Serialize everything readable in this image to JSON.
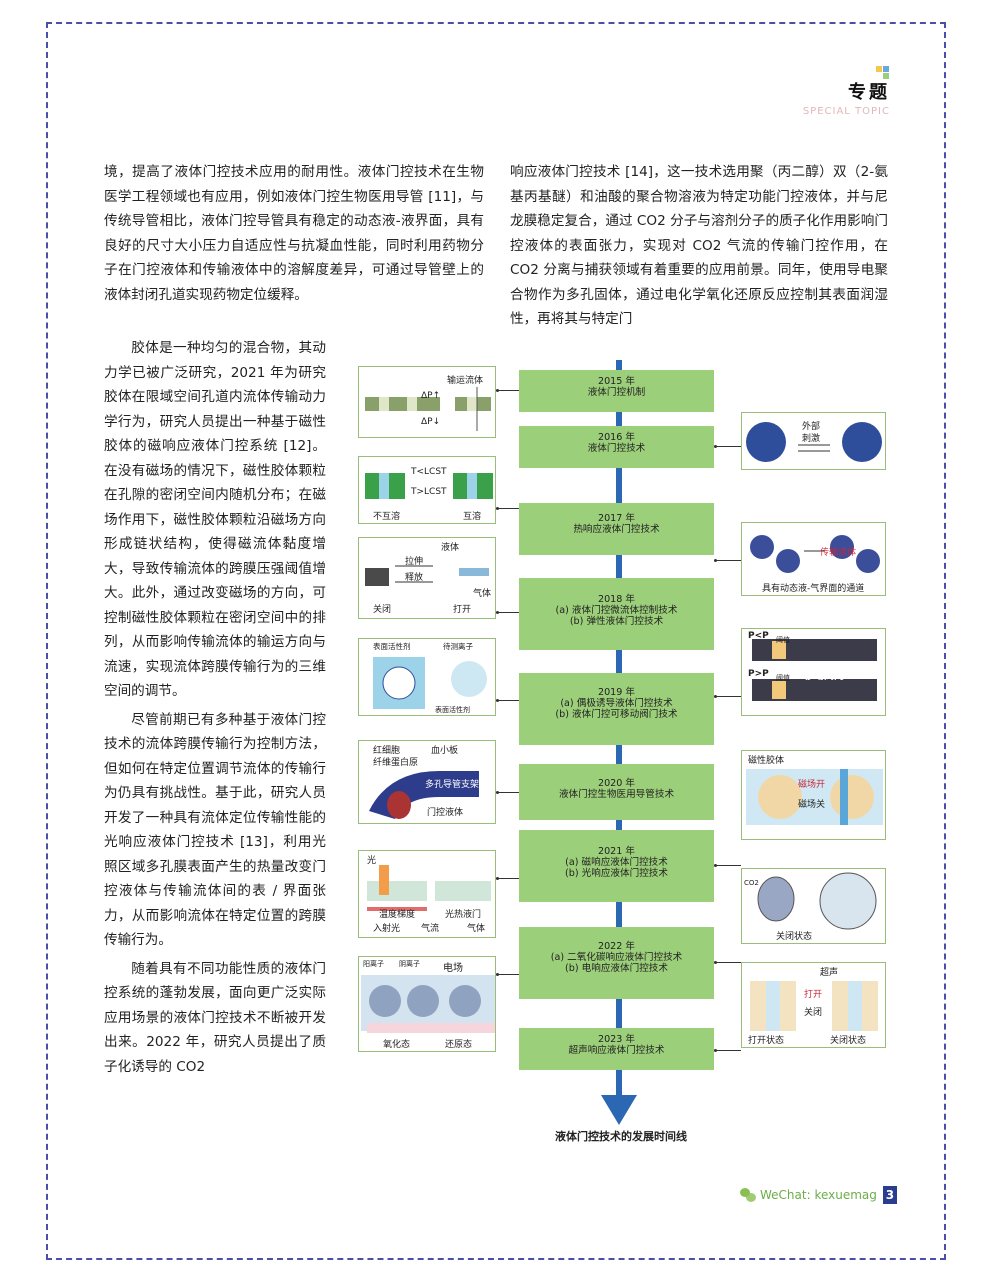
{
  "header": {
    "title": "专题",
    "subtitle": "SPECIAL TOPIC"
  },
  "left_top_para": "境，提高了液体门控技术应用的耐用性。液体门控技术在生物医学工程领域也有应用，例如液体门控生物医用导管 [11]，与传统导管相比，液体门控导管具有稳定的动态液-液界面，具有良好的尺寸大小压力自适应性与抗凝血性能，同时利用药物分子在门控液体和传输液体中的溶解度差异，可通过导管壁上的液体封闭孔道实现药物定位缓释。",
  "right_top_para": "响应液体门控技术 [14]，这一技术选用聚（丙二醇）双（2-氨基丙基醚）和油酸的聚合物溶液为特定功能门控液体，并与尼龙膜稳定复合，通过 CO2 分子与溶剂分子的质子化作用影响门控液体的表面张力，实现对 CO2 气流的传输门控作用，在 CO2 分离与捕获领域有着重要的应用前景。同年，使用导电聚合物作为多孔固体，通过电化学氧化还原反应控制其表面润湿性，再将其与特定门",
  "left_paras": [
    "胶体是一种均匀的混合物，其动力学已被广泛研究，2021 年为研究胶体在限域空间孔道内流体传输动力学行为，研究人员提出一种基于磁性胶体的磁响应液体门控系统 [12]。在没有磁场的情况下，磁性胶体颗粒在孔隙的密闭空间内随机分布；在磁场作用下，磁性胶体颗粒沿磁场方向形成链状结构，使得磁流体黏度增大，导致传输流体的跨膜压强阈值增大。此外，通过改变磁场的方向，可控制磁性胶体颗粒在密闭空间中的排列，从而影响传输流体的输运方向与流速，实现流体跨膜传输行为的三维空间的调节。",
    "尽管前期已有多种基于液体门控技术的流体跨膜传输行为控制方法，但如何在特定位置调节流体的传输行为仍具有挑战性。基于此，研究人员开发了一种具有流体定位传输性能的光响应液体门控技术 [13]，利用光照区域多孔膜表面产生的热量改变门控液体与传输流体间的表 / 界面张力，从而影响流体在特定位置的跨膜传输行为。",
    "随着具有不同功能性质的液体门控系统的蓬勃发展，面向更广泛实际应用场景的液体门控技术不断被开发出来。2022 年，研究人员提出了质子化诱导的 CO2"
  ],
  "timeline": [
    {
      "year": "2015 年",
      "lines": [
        "液体门控机制"
      ]
    },
    {
      "year": "2016 年",
      "lines": [
        "液体门控技术"
      ]
    },
    {
      "year": "2017 年",
      "lines": [
        "热响应液体门控技术"
      ]
    },
    {
      "year": "2018 年",
      "lines": [
        "(a) 液体门控微流体控制技术",
        "(b) 弹性液体门控技术"
      ]
    },
    {
      "year": "2019 年",
      "lines": [
        "(a) 偶极诱导液体门控技术",
        "(b) 液体门控可移动阀门技术"
      ]
    },
    {
      "year": "2020 年",
      "lines": [
        "液体门控生物医用导管技术"
      ]
    },
    {
      "year": "2021 年",
      "lines": [
        "(a) 磁响应液体门控技术",
        "(b) 光响应液体门控技术"
      ]
    },
    {
      "year": "2022 年",
      "lines": [
        "(a) 二氧化碳响应液体门控技术",
        "(b) 电响应液体门控技术"
      ]
    },
    {
      "year": "2023 年",
      "lines": [
        "超声响应液体门控技术"
      ]
    }
  ],
  "panels": {
    "p2015": {
      "a": "输运流体",
      "b": "ΔP↑",
      "c": "ΔP↓"
    },
    "p2016": {
      "a": "外部",
      "b": "刺激"
    },
    "p2017": {
      "a": "T<LCST",
      "b": "T>LCST",
      "c": "不互溶",
      "d": "互溶"
    },
    "p2018l": {
      "a": "拉伸",
      "b": "释放",
      "c": "液体",
      "d": "气体",
      "e": "关闭",
      "f": "打开"
    },
    "p2018r": {
      "a": "传输流体",
      "b": "具有动态液-气界面的通道"
    },
    "p2019l": {
      "a": "表面活性剂",
      "b": "待测离子",
      "c": "表面活性剂"
    },
    "p2019r": {
      "a": "P<P",
      "b": "阈值",
      "c": "P>P",
      "d": "阈值",
      "e": "移动阀门"
    },
    "p2020": {
      "a": "红细胞",
      "b": "血小板",
      "c": "纤维蛋白原",
      "d": "多孔导管支架",
      "e": "门控液体"
    },
    "p2021l": {
      "a": "光",
      "b": "温度梯度",
      "c": "光热液门",
      "d": "入射光",
      "e": "气流",
      "f": "气体"
    },
    "p2021r": {
      "a": "磁性胶体",
      "b": "磁场开",
      "c": "磁场关"
    },
    "p2022l": {
      "a": "阳离子",
      "b": "阴离子",
      "c": "电场",
      "d": "氧化态",
      "e": "还原态"
    },
    "p2022r": {
      "a": "CO2",
      "b": "关闭状态"
    },
    "p2023": {
      "a": "超声",
      "b": "打开",
      "c": "关闭",
      "d": "打开状态",
      "e": "关闭状态"
    }
  },
  "figure_caption": "液体门控技术的发展时间线",
  "footer": {
    "wechat": "WeChat: kexuemag",
    "page": "3"
  },
  "colors": {
    "timeline_box": "#9ccf7a",
    "spine": "#2b67b3",
    "frame": "#4a4fa8",
    "page_badge": "#2a3d8f"
  }
}
